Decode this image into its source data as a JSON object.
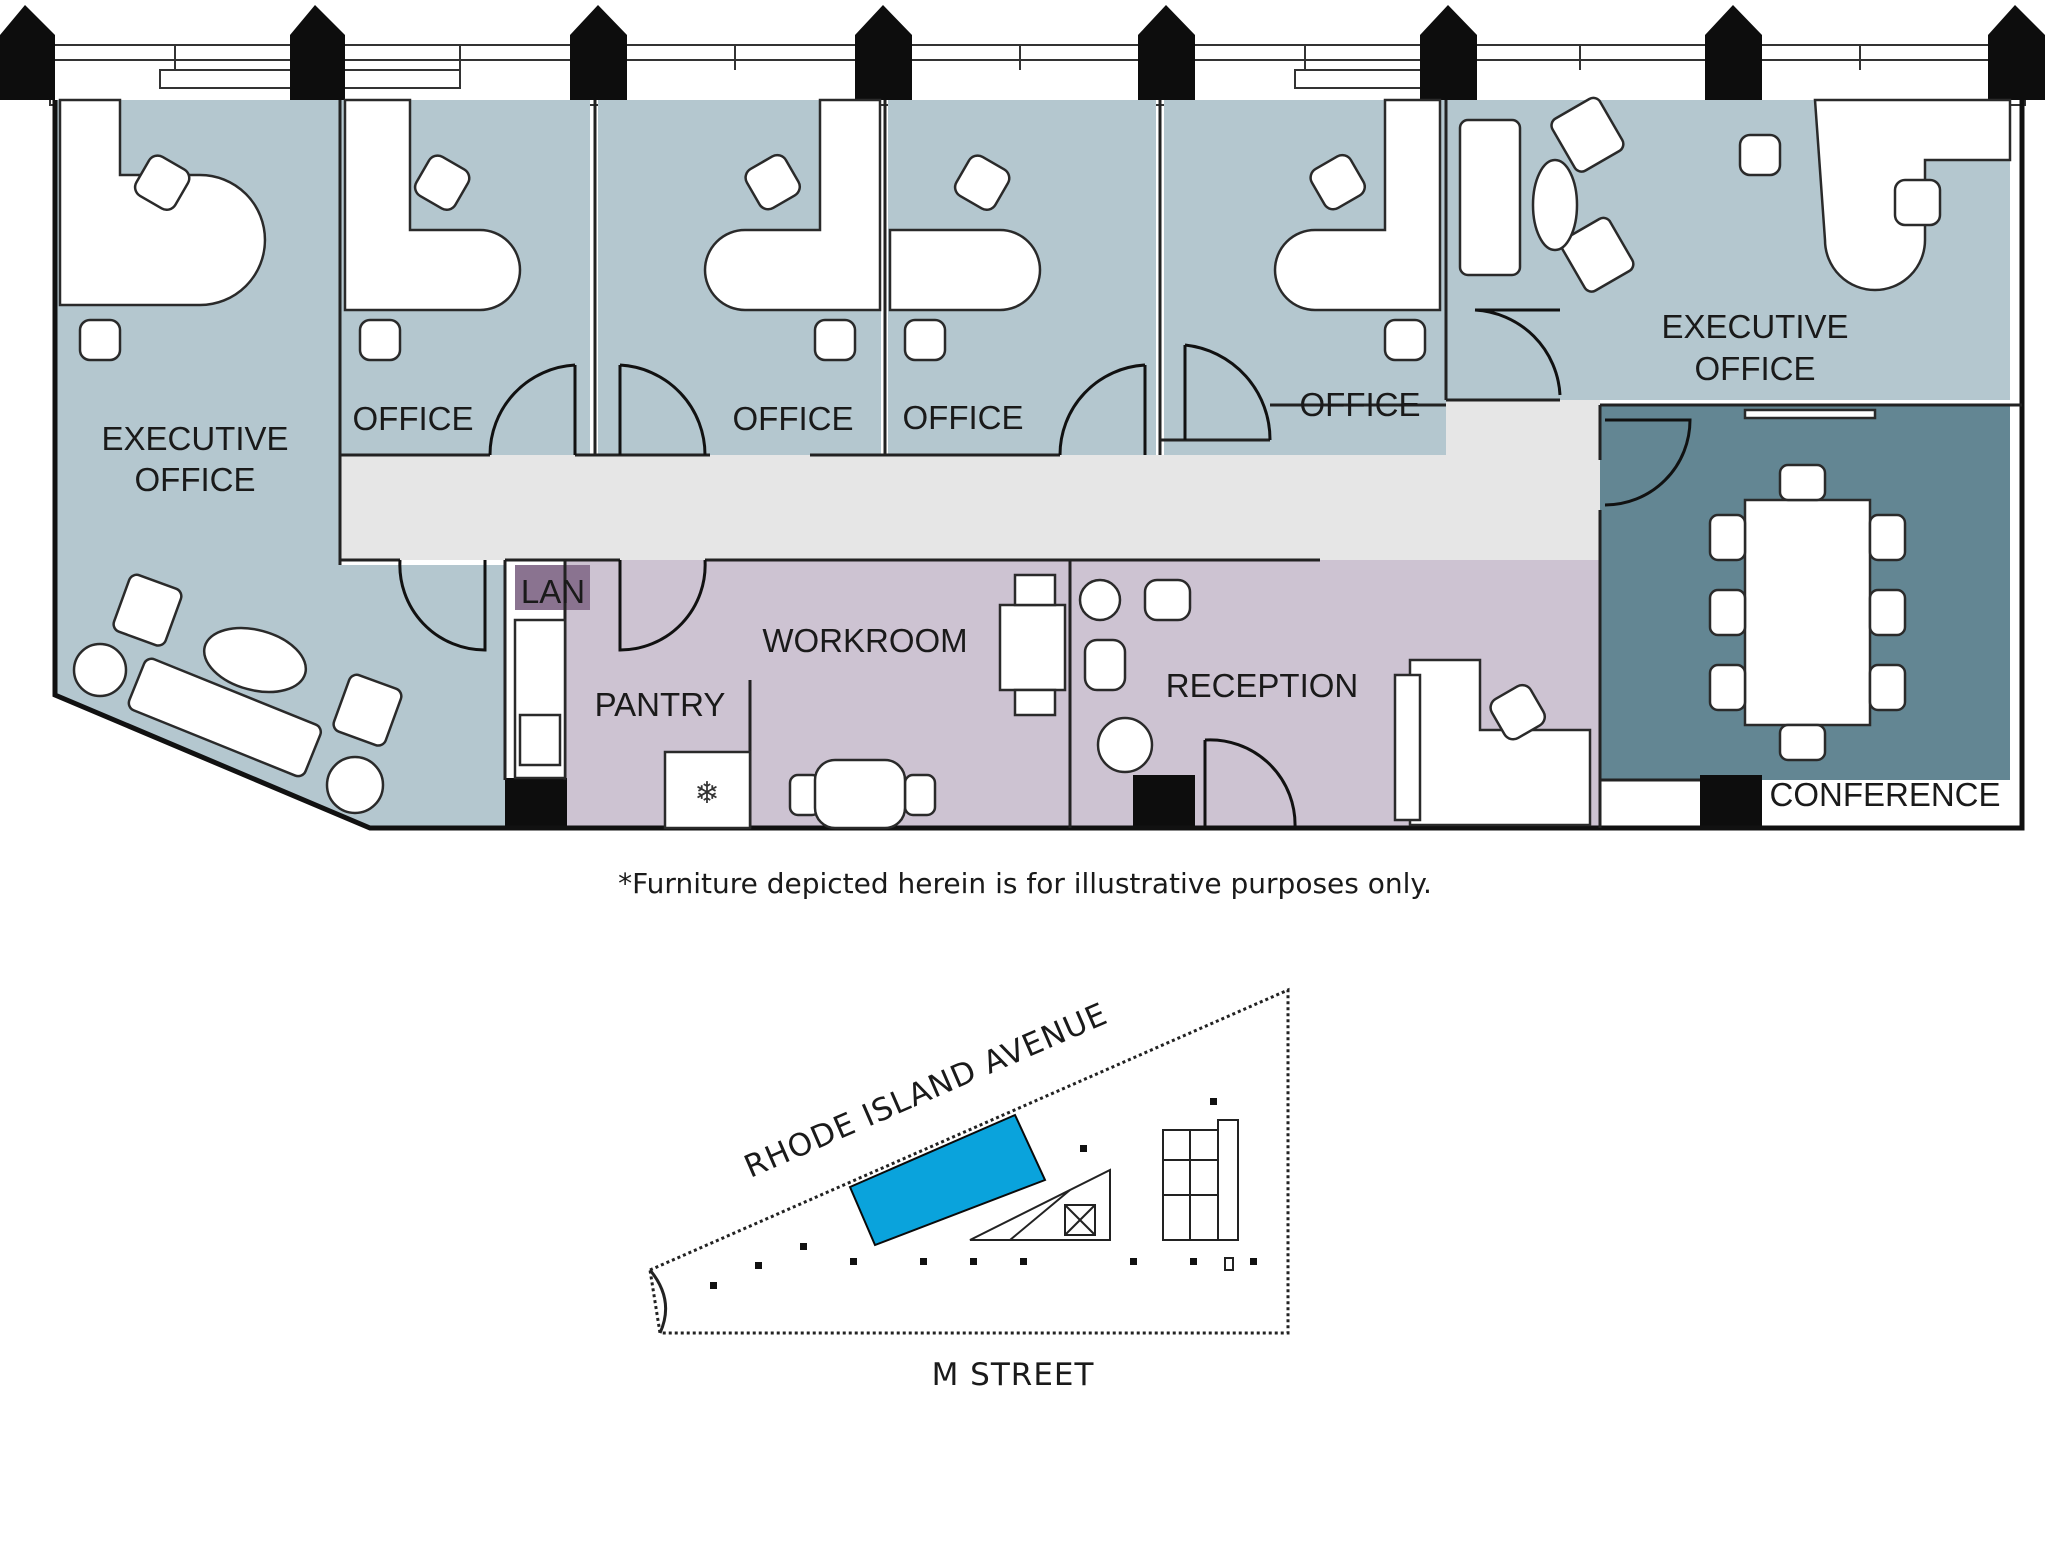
{
  "colors": {
    "office": "#b4c7cf",
    "corridor": "#e6e6e6",
    "workroom": "#cdc3d2",
    "conference": "#638693",
    "lan": "#8a7390",
    "highlight": "#0aa3dc",
    "wall": "#111111"
  },
  "rooms": {
    "executive_office_left": [
      "EXECUTIVE",
      "OFFICE"
    ],
    "office_1": "OFFICE",
    "office_2": "OFFICE",
    "office_3": "OFFICE",
    "office_4": "OFFICE",
    "executive_office_right": [
      "EXECUTIVE",
      "OFFICE"
    ],
    "lan": "LAN",
    "workroom": "WORKROOM",
    "pantry": "PANTRY",
    "reception": "RECEPTION",
    "conference": "CONFERENCE"
  },
  "disclaimer": "*Furniture depicted herein is for illustrative purposes only.",
  "keyplan": {
    "north_street": "RHODE ISLAND AVENUE",
    "south_street": "M STREET"
  },
  "icons": [
    "chair-icon",
    "desk-icon",
    "sofa-icon",
    "plant-icon",
    "copier-icon",
    "refrigerator-icon",
    "sink-icon",
    "column-icon",
    "door-swing-icon"
  ]
}
